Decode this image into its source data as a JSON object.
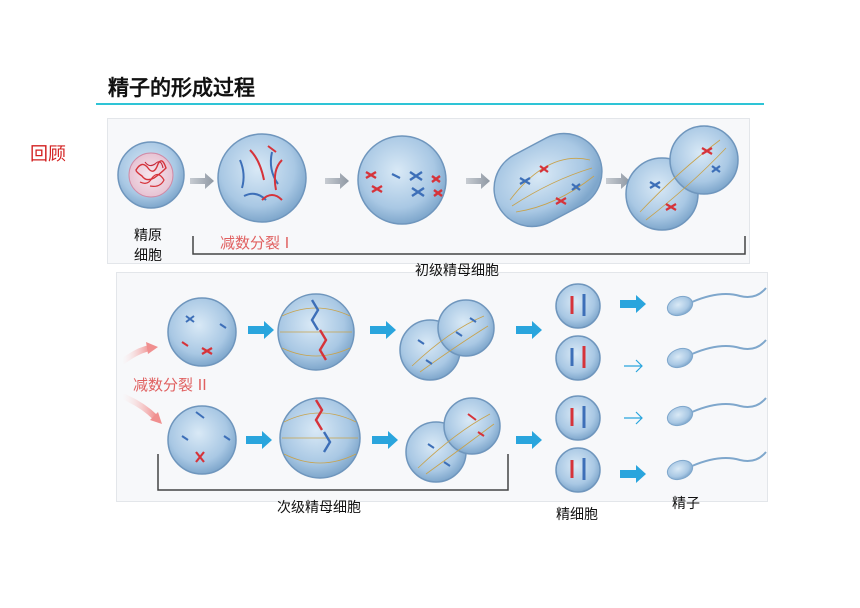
{
  "header": {
    "title": "精子的形成过程",
    "review": "回顾"
  },
  "meiosis1": {
    "stage_label": "减数分裂 I",
    "cell_label_line1": "精原",
    "cell_label_line2": "细胞",
    "bracket_label": "初级精母细胞"
  },
  "meiosis2": {
    "stage_label": "减数分裂 II",
    "bracket_label": "次级精母细胞",
    "spermatid_label": "精细胞",
    "sperm_label": "精子"
  },
  "colors": {
    "accent_rule": "#2ec4d6",
    "review_text": "#d21f1f",
    "stage_text": "#e06060",
    "cell_fill": "#a9c8e4",
    "chrom_red": "#d6333a",
    "chrom_blue": "#3d6fb8",
    "arrow": "#2aa5dd"
  }
}
